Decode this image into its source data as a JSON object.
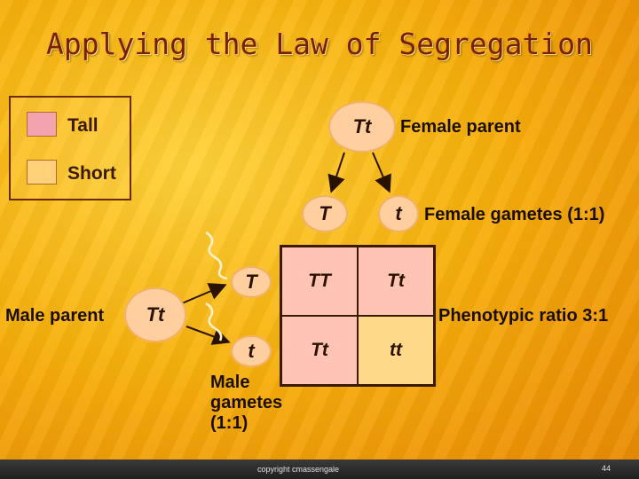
{
  "slide": {
    "title": "Applying the Law of Segregation",
    "footer_copyright": "copyright cmassengale",
    "page_number": "44"
  },
  "legend": {
    "items": [
      {
        "label": "Tall",
        "color": "#f2a3ad"
      },
      {
        "label": "Short",
        "color": "#ffd27a"
      }
    ]
  },
  "female": {
    "genotype": "Tt",
    "label": "Female parent",
    "gametes": [
      "T",
      "t"
    ],
    "gametes_label": "Female gametes (1:1)"
  },
  "male": {
    "genotype": "Tt",
    "label": "Male parent",
    "gametes": [
      "T",
      "t"
    ],
    "gametes_label_lines": [
      "Male",
      "gametes",
      "(1:1)"
    ]
  },
  "punnett": {
    "cells": [
      "TT",
      "Tt",
      "Tt",
      "tt"
    ],
    "ratio_label": "Phenotypic ratio 3:1"
  }
}
